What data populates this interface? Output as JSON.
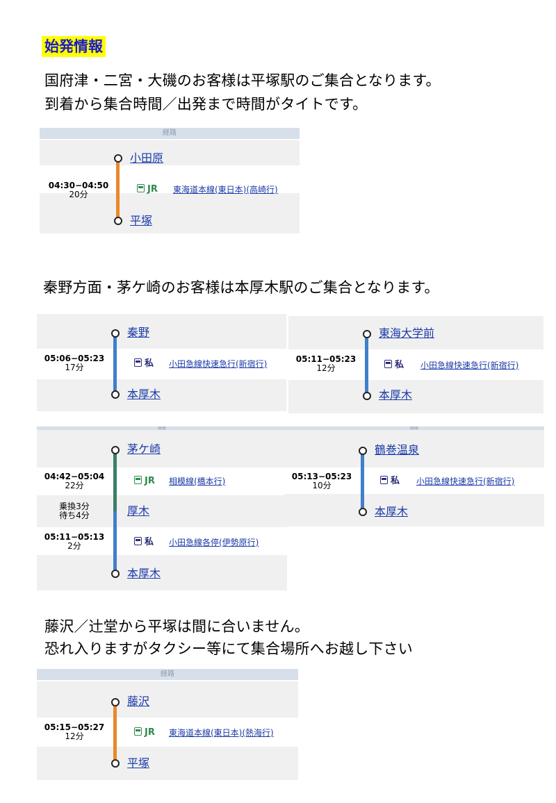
{
  "title": "始発情報",
  "sections": {
    "s1_l1": "国府津・二宮・大磯のお客様は平塚駅のご集合となります。",
    "s1_l2": "到着から集合時間／出発まで時間がタイトです。",
    "s2_l1": "秦野方面・茅ケ崎のお客様は本厚木駅のご集合となります。",
    "s3_l1": "藤沢／辻堂から平塚は間に合いません。",
    "s3_l2": "恐れ入りますがタクシー等にて集合場所へお越し下さい"
  },
  "header_label": "経路",
  "colors": {
    "tokaido": "#e8892a",
    "odakyu": "#3f7fcb",
    "sagami": "#3a7f6a"
  },
  "routes": {
    "r1": {
      "from": "小田原",
      "to": "平塚",
      "time": "04:30−04:50",
      "duration": "20分",
      "operator": "JR",
      "line": "東海道本線(東日本)(高崎行)"
    },
    "r2": {
      "from": "秦野",
      "to": "本厚木",
      "time": "05:06−05:23",
      "duration": "17分",
      "operator": "私",
      "line": "小田急線快速急行(新宿行)"
    },
    "r3": {
      "from": "東海大学前",
      "to": "本厚木",
      "time": "05:11−05:23",
      "duration": "12分",
      "operator": "私",
      "line": "小田急線快速急行(新宿行)"
    },
    "r4": {
      "from": "茅ケ崎",
      "via": "厚木",
      "to": "本厚木",
      "time1": "04:42−05:04",
      "duration1": "22分",
      "operator1": "JR",
      "line1": "相模線(橋本行)",
      "wait1": "乗換3分",
      "wait2": "待ち4分",
      "time2": "05:11−05:13",
      "duration2": "2分",
      "operator2": "私",
      "line2": "小田急線各停(伊勢原行)"
    },
    "r5": {
      "from": "鶴巻温泉",
      "to": "本厚木",
      "time": "05:13−05:23",
      "duration": "10分",
      "operator": "私",
      "line": "小田急線快速急行(新宿行)"
    },
    "r6": {
      "from": "藤沢",
      "to": "平塚",
      "time": "05:15−05:27",
      "duration": "12分",
      "operator": "JR",
      "line": "東海道本線(東日本)(熱海行)"
    }
  }
}
